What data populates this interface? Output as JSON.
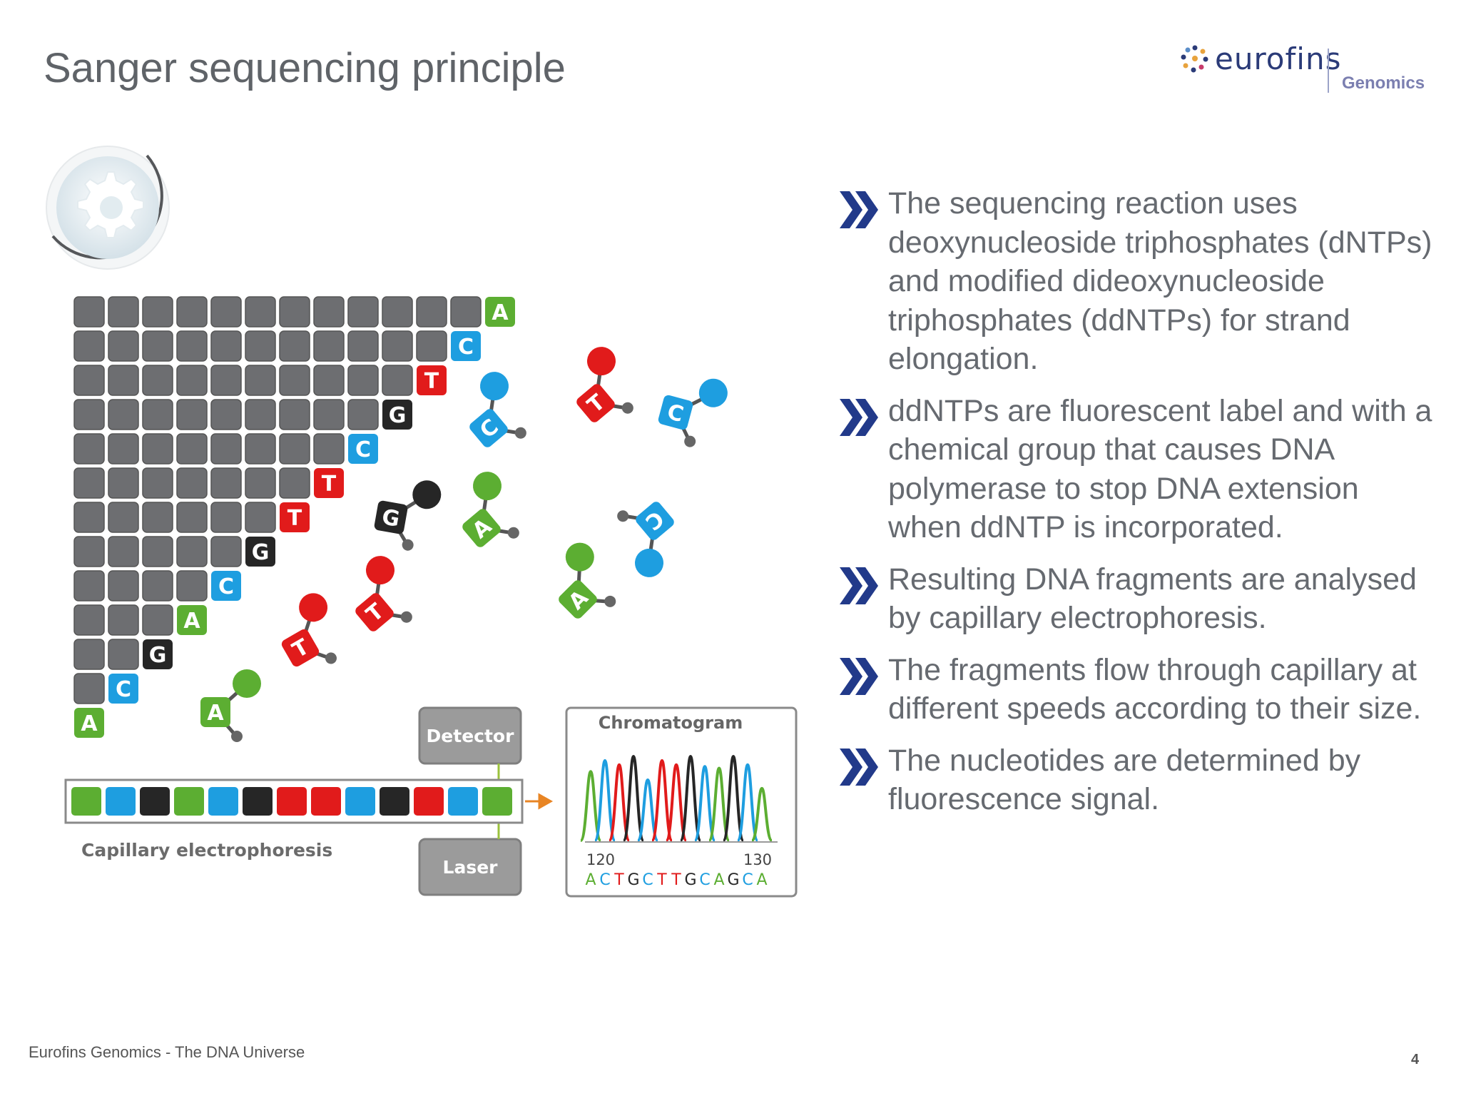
{
  "slide": {
    "title": "Sanger sequencing principle",
    "footer": "Eurofins Genomics - The DNA Universe",
    "page_number": "4"
  },
  "logo": {
    "wordmark": "eurofins",
    "subbrand": "Genomics",
    "icon": "eurofins-dots-icon"
  },
  "diagram": {
    "ladder_letters": [
      "A",
      "C",
      "T",
      "G",
      "C",
      "T",
      "T",
      "G",
      "C",
      "A",
      "G",
      "C",
      "A"
    ],
    "free_nucleotides": [
      {
        "letter": "C",
        "rot": -40
      },
      {
        "letter": "T",
        "rot": -40
      },
      {
        "letter": "C",
        "rot": 15
      },
      {
        "letter": "G",
        "rot": 10
      },
      {
        "letter": "A",
        "rot": -40
      },
      {
        "letter": "C",
        "rot": 140
      },
      {
        "letter": "T",
        "rot": -30
      },
      {
        "letter": "T",
        "rot": -40
      },
      {
        "letter": "A",
        "rot": -45
      },
      {
        "letter": "A",
        "rot": 0
      }
    ],
    "detector_label": "Detector",
    "laser_label": "Laser",
    "capillary_label": "Capillary electrophoresis",
    "capillary_sequence": [
      "A",
      "C",
      "G",
      "A",
      "C",
      "G",
      "T",
      "T",
      "C",
      "G",
      "T",
      "C",
      "A"
    ],
    "chromatogram": {
      "title": "Chromatogram",
      "tick_left": "120",
      "tick_right": "130",
      "sequence": [
        "A",
        "C",
        "T",
        "G",
        "C",
        "T",
        "T",
        "G",
        "C",
        "A",
        "G",
        "C",
        "A"
      ]
    }
  },
  "colors": {
    "A": "#5cae32",
    "C": "#1e9ee0",
    "T": "#e11b1b",
    "G": "#262626",
    "grey_block": "#6d6e71",
    "bullet_chevron": "#223a8a",
    "text": "#666a70"
  },
  "bullets": [
    "The sequencing reaction uses deoxynucleoside triphosphates (dNTPs) and modified dideoxynucleoside triphosphates (ddNTPs) for strand elongation.",
    "ddNTPs are fluorescent label and with a chemical group that causes DNA polymerase to stop DNA extension when ddNTP is incorporated.",
    "Resulting DNA fragments are analysed by capillary electrophoresis.",
    "The fragments flow through capillary at different speeds according to their size.",
    "The nucleotides are determined by fluorescence signal."
  ]
}
